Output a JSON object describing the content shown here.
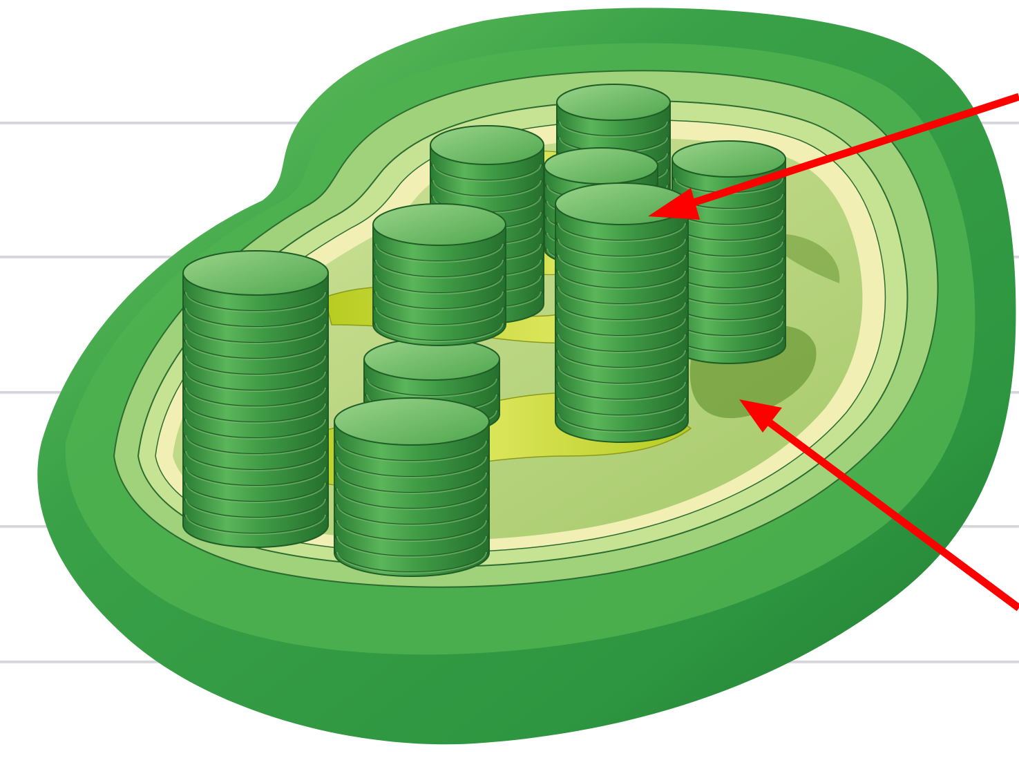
{
  "diagram": {
    "subject": "chloroplast",
    "colors": {
      "background": "#ffffff",
      "ruled_line": "#d4d6dc",
      "outer_membrane": "#2e9640",
      "outer_membrane_light": "#5cbf55",
      "intermembrane": "#9fd27a",
      "inner_layer": "#c6e394",
      "cream_layer": "#f2efb4",
      "stroma": "#b6d67e",
      "stroma_shadow": "#6f9c3a",
      "lamella": "#c7d62e",
      "granum": "#3f9a45",
      "granum_highlight": "#84c778",
      "thylakoid_edge": "#1f5c26",
      "arrow": "#ff0000"
    },
    "arrows": [
      {
        "name": "granum-pointer-arrow",
        "target": "granum"
      },
      {
        "name": "stroma-pointer-arrow",
        "target": "stroma"
      }
    ]
  }
}
